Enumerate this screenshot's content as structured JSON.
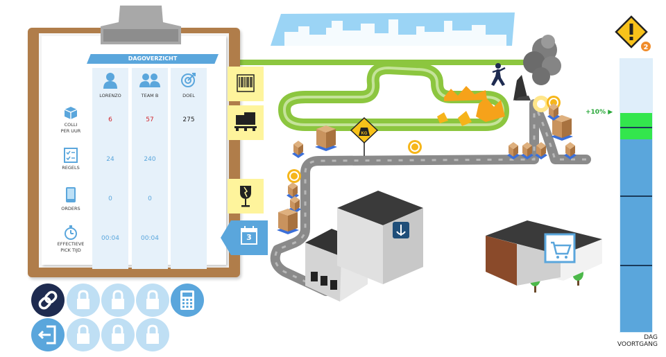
{
  "dashboard": {
    "title": "DAGOVERZICHT",
    "columns": [
      "LORENZO",
      "TEAM B",
      "DOEL"
    ],
    "rows": [
      {
        "label": "COLLI\nPER UUR",
        "values": [
          "6",
          "57",
          "275"
        ],
        "icon": "box-icon"
      },
      {
        "label": "REGELS",
        "values": [
          "24",
          "240",
          ""
        ],
        "icon": "checklist-icon"
      },
      {
        "label": "ORDERS",
        "values": [
          "0",
          "0",
          ""
        ],
        "icon": "order-tablet-icon"
      },
      {
        "label": "EFFECTIEVE\nPICK TIJD",
        "values": [
          "00:04",
          "00:04",
          ""
        ],
        "icon": "stopwatch-icon"
      }
    ]
  },
  "side_tabs": [
    {
      "name": "barcode-tab",
      "icon": "barcode-icon"
    },
    {
      "name": "pallet-tab",
      "icon": "pallet-icon"
    },
    {
      "name": "fragile-tab",
      "icon": "fragile-glass-icon"
    },
    {
      "name": "calendar-tab",
      "icon": "calendar-icon",
      "value": "3"
    }
  ],
  "buttons": [
    {
      "name": "link-button",
      "icon": "link-icon",
      "state": "active"
    },
    {
      "name": "locked-button-1",
      "icon": "lock-icon",
      "state": "locked"
    },
    {
      "name": "locked-button-2",
      "icon": "lock-icon",
      "state": "locked"
    },
    {
      "name": "locked-button-3",
      "icon": "lock-icon",
      "state": "locked"
    },
    {
      "name": "calculator-button",
      "icon": "calculator-icon",
      "state": "active"
    },
    {
      "name": "exit-button",
      "icon": "exit-icon",
      "state": "active"
    },
    {
      "name": "locked-button-4",
      "icon": "lock-icon",
      "state": "locked"
    },
    {
      "name": "locked-button-5",
      "icon": "lock-icon",
      "state": "locked"
    },
    {
      "name": "locked-button-6",
      "icon": "lock-icon",
      "state": "locked"
    }
  ],
  "progress": {
    "marker": "+10%",
    "label_line1": "DAG",
    "label_line2": "VOORTGANG"
  },
  "alert": {
    "count": "2",
    "icon": "warning-icon"
  },
  "scene": {
    "weight_sign": "KG",
    "colors": {
      "accent": "#5aa6dc",
      "track_green": "#8cc63f",
      "road": "#8a8a8a",
      "warning": "#f8c21a",
      "progress_green": "#33e64d"
    }
  }
}
